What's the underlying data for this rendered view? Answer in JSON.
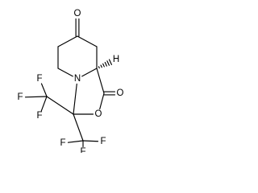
{
  "molecule": {
    "atoms": [
      {
        "id": "ketone_O",
        "label": "O"
      },
      {
        "id": "lactone_carbonyl_O",
        "label": "O"
      },
      {
        "id": "ring_O",
        "label": "O"
      },
      {
        "id": "N",
        "label": "N"
      },
      {
        "id": "H",
        "label": "H"
      },
      {
        "id": "F1",
        "label": "F"
      },
      {
        "id": "F2",
        "label": "F"
      },
      {
        "id": "F3",
        "label": "F"
      },
      {
        "id": "F4",
        "label": "F"
      },
      {
        "id": "F5",
        "label": "F"
      },
      {
        "id": "F6",
        "label": "F"
      }
    ],
    "bonds": [
      {
        "id": "b1",
        "type": "double"
      },
      {
        "id": "b2",
        "type": "single"
      },
      {
        "id": "b3",
        "type": "single"
      },
      {
        "id": "b4",
        "type": "single"
      },
      {
        "id": "b5",
        "type": "single"
      },
      {
        "id": "b6",
        "type": "single"
      },
      {
        "id": "b7",
        "type": "single"
      },
      {
        "id": "b8",
        "type": "hashed-wedge"
      },
      {
        "id": "b9",
        "type": "single"
      },
      {
        "id": "b10",
        "type": "double"
      },
      {
        "id": "b11",
        "type": "single"
      },
      {
        "id": "b12",
        "type": "single"
      },
      {
        "id": "b13",
        "type": "single"
      },
      {
        "id": "b14",
        "type": "single"
      },
      {
        "id": "b15",
        "type": "single"
      },
      {
        "id": "b16",
        "type": "single"
      },
      {
        "id": "b17",
        "type": "single"
      },
      {
        "id": "b18",
        "type": "single"
      },
      {
        "id": "b19",
        "type": "single"
      },
      {
        "id": "b20",
        "type": "single"
      },
      {
        "id": "b21",
        "type": "single"
      }
    ]
  }
}
